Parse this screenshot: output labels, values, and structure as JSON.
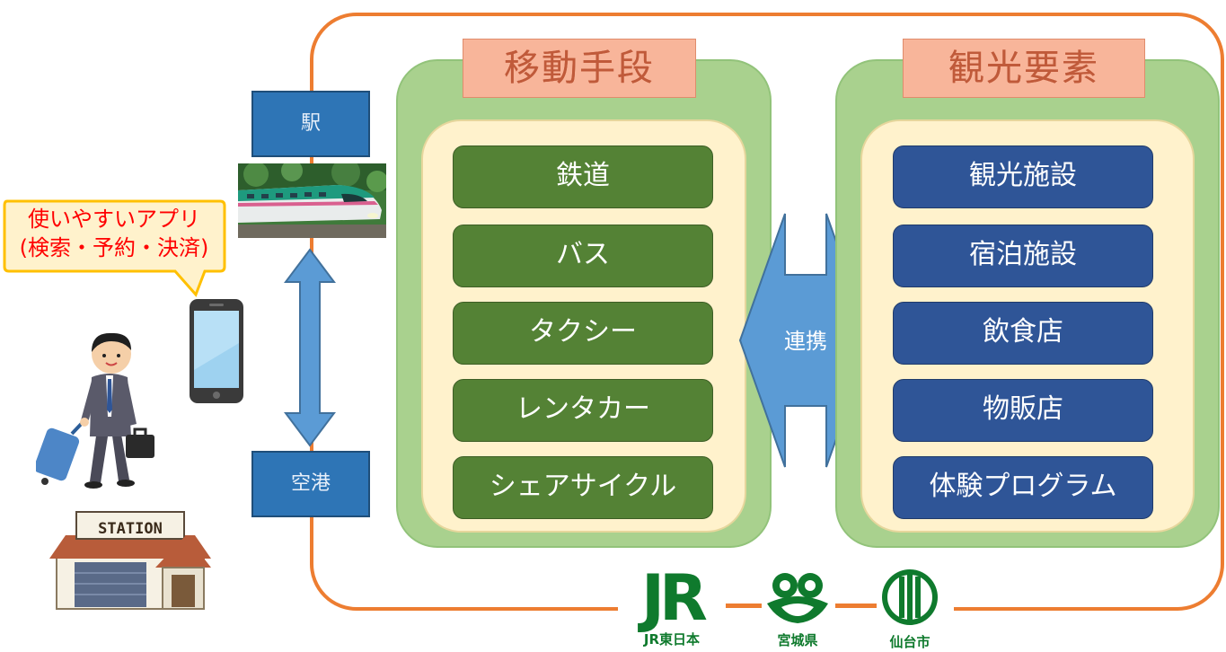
{
  "callout": {
    "line1": "使いやすいアプリ",
    "line2": "(検索・予約・決済)"
  },
  "stations": {
    "station": "駅",
    "airport": "空港"
  },
  "station_sign": "STATION",
  "mobility": {
    "title": "移動手段",
    "items": [
      "鉄道",
      "バス",
      "タクシー",
      "レンタカー",
      "シェアサイクル"
    ]
  },
  "tourism": {
    "title": "観光要素",
    "items": [
      "観光施設",
      "宿泊施設",
      "飲食店",
      "物販店",
      "体験プログラム"
    ]
  },
  "link_label": "連携",
  "partners": {
    "jr_mark": "JR",
    "jr_label": "JR東日本",
    "miyagi_label": "宮城県",
    "sendai_label": "仙台市"
  },
  "colors": {
    "frame": "#ed7d31",
    "panel": "#a9d18e",
    "inner": "#fff2cc",
    "mobility_button": "#548235",
    "tourism_button": "#2f5597",
    "arrow": "#5b9bd5",
    "logo_green": "#0f7a2d"
  }
}
